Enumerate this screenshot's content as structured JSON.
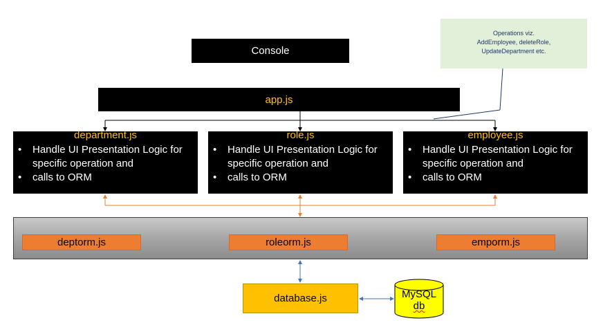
{
  "console": {
    "label": "Console"
  },
  "app": {
    "label": "app.js"
  },
  "note": {
    "lines": [
      "Operations viz.",
      "AddEmployee, deleteRole,",
      "UpdateDepartment etc."
    ]
  },
  "modules": [
    {
      "title": "department.js",
      "bullet1_a": "Handle UI Presentation Logic for",
      "bullet1_b": "specific operation and",
      "bullet2": "calls to ORM"
    },
    {
      "title": "role.js",
      "bullet1_a": "Handle UI Presentation Logic for",
      "bullet1_b": "specific operation and",
      "bullet2": "calls to ORM"
    },
    {
      "title": "employee.js",
      "bullet1_a": "Handle UI Presentation Logic for",
      "bullet1_b": "specific operation and",
      "bullet2": "calls to ORM"
    }
  ],
  "orm": [
    "deptorm.js",
    "roleorm.js",
    "emporm.js"
  ],
  "database": {
    "label": "database.js"
  },
  "mysql": {
    "line1": "MySQL",
    "line2": "db"
  },
  "colors": {
    "accent_text": "#ffc000",
    "orm_fill": "#ed7d31",
    "note_fill": "#e2efd9",
    "note_text": "#1f3864",
    "orange_arrow": "#ed7d31",
    "blue_arrow": "#4472c4"
  }
}
